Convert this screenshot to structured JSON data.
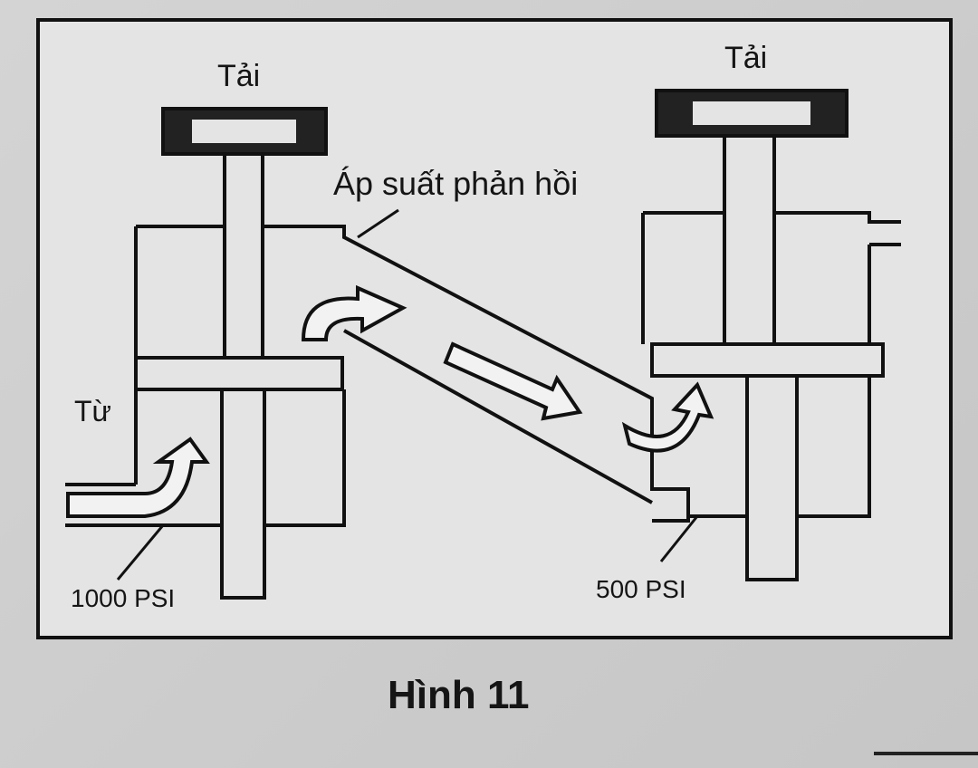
{
  "figure": {
    "caption": "Hình 11",
    "labels": {
      "left_load": "Tải",
      "right_load": "Tải",
      "feedback_pressure": "Áp suất phản hồi",
      "from": "Từ",
      "inlet_pressure": "1000 PSI",
      "outlet_pressure": "500 PSI"
    }
  }
}
